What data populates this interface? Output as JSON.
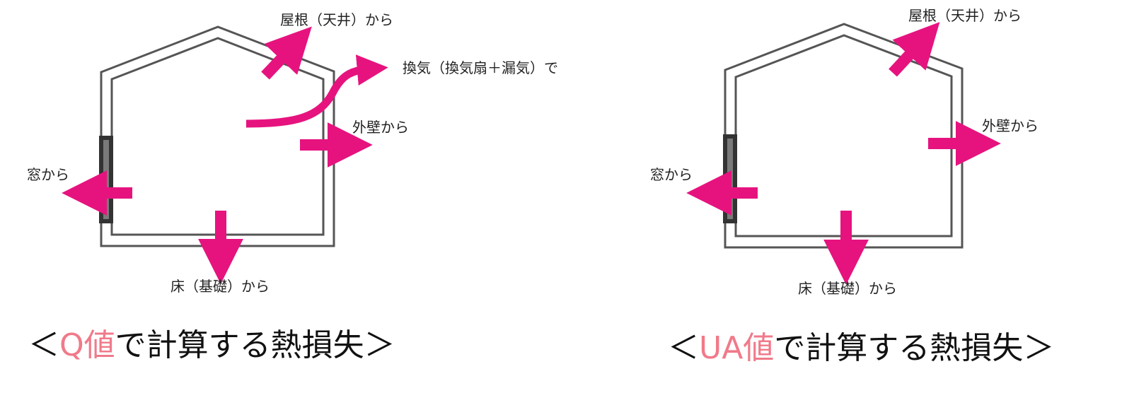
{
  "colors": {
    "arrow": "#e6137f",
    "wall": "#555555",
    "window": "#333333",
    "caption_highlight": "#f07a8a",
    "text": "#111111"
  },
  "diagrams": [
    {
      "labels": {
        "roof": "屋根（天井）から",
        "ventilation": "換気（換気扇＋漏気）で",
        "exterior_wall": "外壁から",
        "window": "窓から",
        "floor": "床（基礎）から"
      },
      "caption": {
        "open": "＜",
        "highlight": "Q値",
        "rest": "で計算する熱損失",
        "close": "＞"
      }
    },
    {
      "labels": {
        "roof": "屋根（天井）から",
        "exterior_wall": "外壁から",
        "window": "窓から",
        "floor": "床（基礎）から"
      },
      "caption": {
        "open": "＜",
        "highlight": "UA値",
        "rest": "で計算する熱損失",
        "close": "＞"
      }
    }
  ]
}
